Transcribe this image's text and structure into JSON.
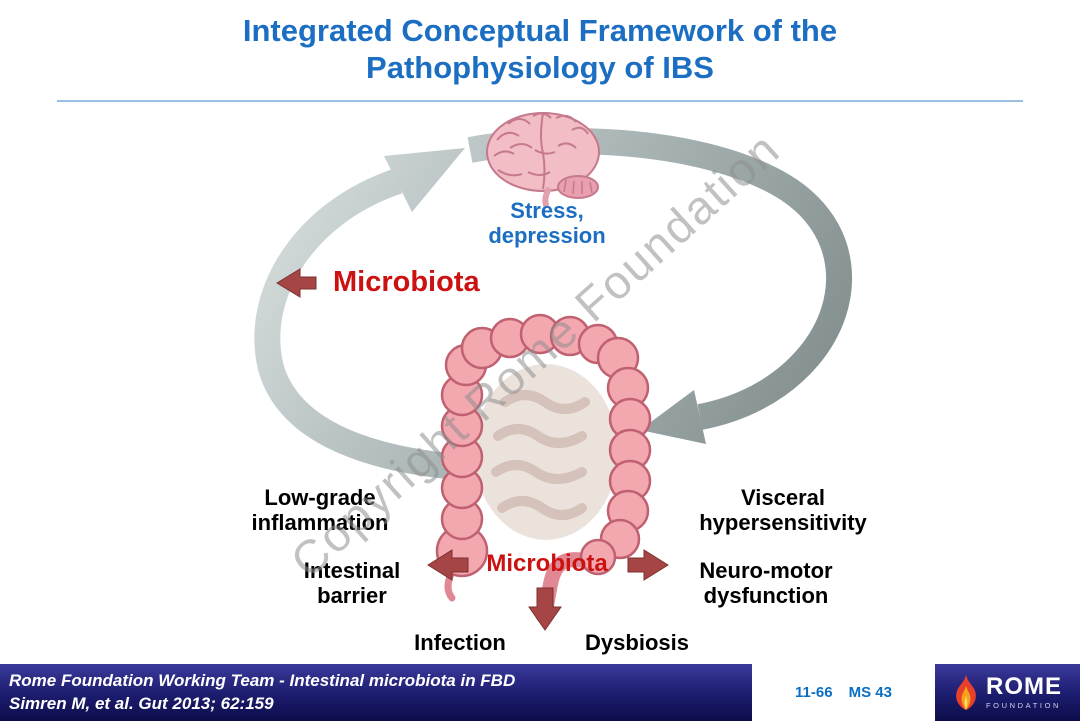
{
  "title": {
    "line1": "Integrated Conceptual Framework of the",
    "line2": "Pathophysiology of IBS"
  },
  "watermark": "Copyright Rome Foundation",
  "diagram": {
    "stress": {
      "line1": "Stress,",
      "line2": "depression"
    },
    "microbiota_top": "Microbiota",
    "microbiota_center": "Microbiota",
    "low_grade": {
      "line1": "Low-grade",
      "line2": "inflammation"
    },
    "visceral": {
      "line1": "Visceral",
      "line2": "hypersensitivity"
    },
    "intestinal": {
      "line1": "Intestinal",
      "line2": "barrier"
    },
    "neuromotor": {
      "line1": "Neuro-motor",
      "line2": "dysfunction"
    },
    "infection": "Infection",
    "dysbiosis": "Dysbiosis"
  },
  "footer": {
    "citation_line1": "Rome Foundation Working Team - Intestinal microbiota in FBD",
    "citation_line2": "Simren M, et al. Gut 2013; 62:159",
    "slide_number": "11-66",
    "ms_code": "MS 43",
    "logo": {
      "name": "ROME",
      "subtitle": "FOUNDATION"
    }
  },
  "icons": {
    "cycle": "cycle-arrows-icon",
    "brain": "brain-icon",
    "colon": "colon-icon",
    "flame": "flame-icon",
    "block_arrow_left": "arrow-left-icon",
    "block_arrow_right": "arrow-right-icon",
    "block_arrow_down": "arrow-down-icon"
  },
  "colors": {
    "title_blue": "#1b6ec2",
    "text_red": "#cc1111",
    "arrow_red": "#a64545",
    "footer_navy": "#1c1c6e",
    "number_blue": "#0a6fc2"
  }
}
